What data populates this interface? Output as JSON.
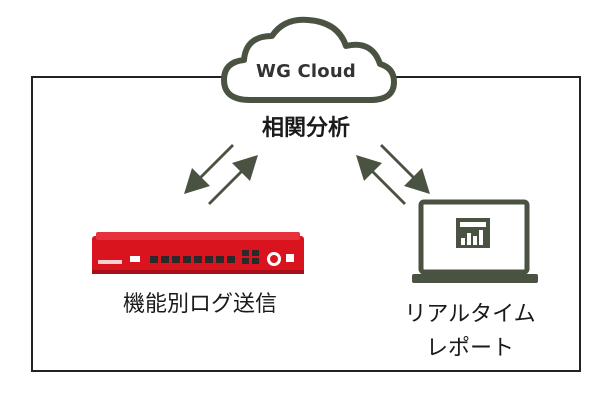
{
  "cloud": {
    "label": "WG Cloud"
  },
  "center": {
    "label": "相関分析"
  },
  "left_node": {
    "label": "機能別ログ送信"
  },
  "right_node": {
    "label_line1": "リアルタイム",
    "label_line2": "レポート"
  },
  "colors": {
    "arrow": "#4a5242",
    "frame": "#222222",
    "device": "#d9141e",
    "laptop": "#4a5242",
    "cloud": "#4a5242"
  }
}
